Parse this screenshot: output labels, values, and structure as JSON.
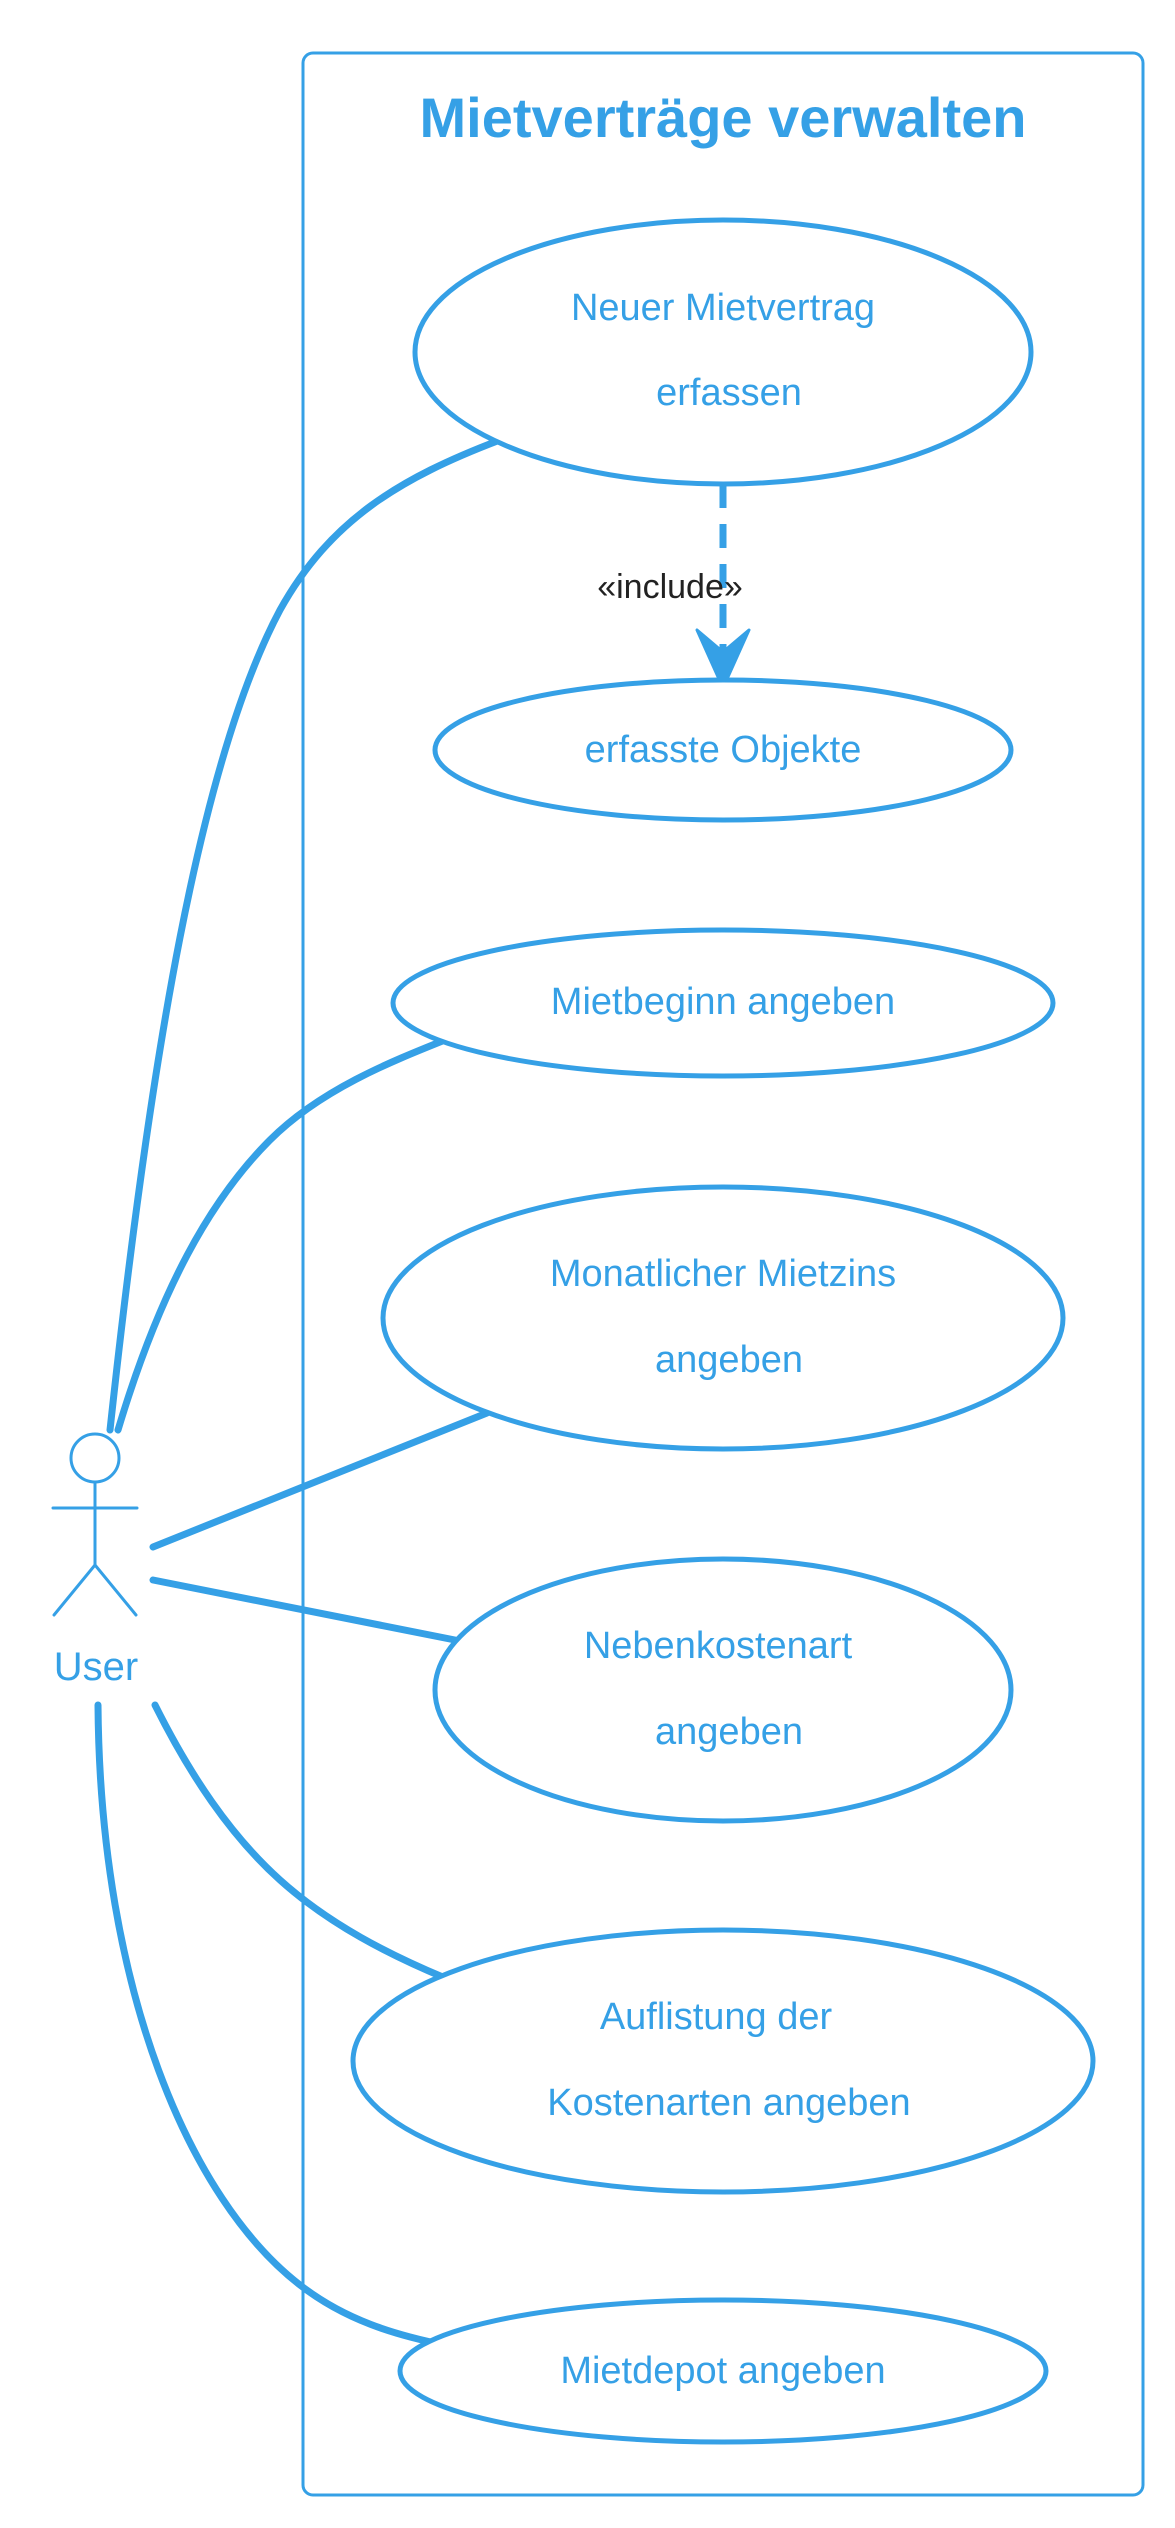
{
  "colors": {
    "primary": "#35a0e6",
    "stereotype_text": "#222222",
    "background": "#ffffff"
  },
  "system": {
    "title": "Mietverträge verwalten"
  },
  "actor": {
    "name": "User",
    "icon": "stick-figure-icon"
  },
  "use_cases": [
    {
      "id": "neuer-mietvertrag",
      "lines": [
        "Neuer Mietvertrag",
        "erfassen"
      ]
    },
    {
      "id": "erfasste-objekte",
      "lines": [
        "erfasste Objekte"
      ]
    },
    {
      "id": "mietbeginn",
      "lines": [
        "Mietbeginn angeben"
      ]
    },
    {
      "id": "monatlicher-mietzins",
      "lines": [
        "Monatlicher Mietzins",
        "angeben"
      ]
    },
    {
      "id": "nebenkostenart",
      "lines": [
        "Nebenkostenart",
        "angeben"
      ]
    },
    {
      "id": "auflistung-kostenarten",
      "lines": [
        "Auflistung der",
        "Kostenarten angeben"
      ]
    },
    {
      "id": "mietdepot",
      "lines": [
        "Mietdepot angeben"
      ]
    }
  ],
  "relations": [
    {
      "type": "include",
      "label": "«include»",
      "from": "neuer-mietvertrag",
      "to": "erfasste-objekte"
    }
  ]
}
